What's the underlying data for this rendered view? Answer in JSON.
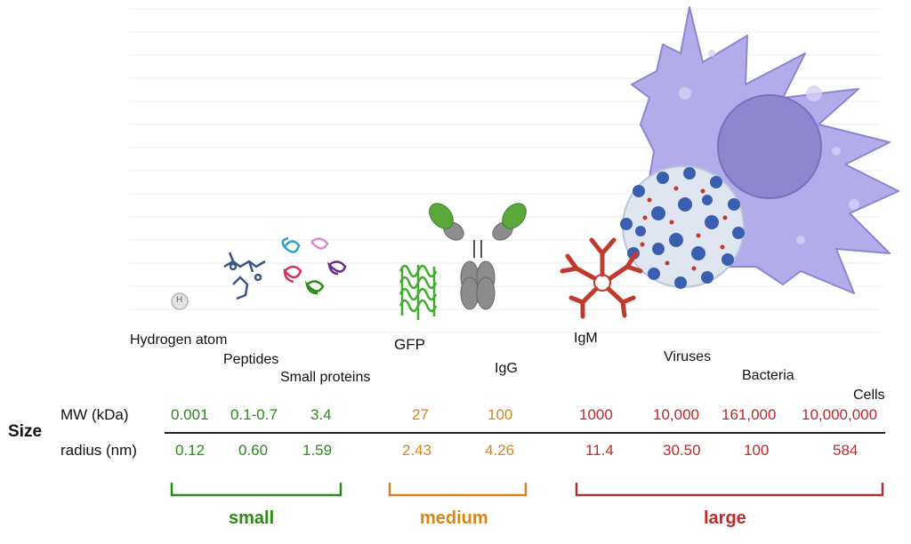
{
  "diagram": {
    "section_title": "Size",
    "row_labels": {
      "mw": "MW (kDa)",
      "radius": "radius (nm)"
    },
    "molecules": [
      {
        "name": "Hydrogen atom",
        "mw": "0.001",
        "radius": "0.12",
        "group": "small"
      },
      {
        "name": "Peptides",
        "mw": "0.1-0.7",
        "radius": "0.60",
        "group": "small"
      },
      {
        "name": "Small proteins",
        "mw": "3.4",
        "radius": "1.59",
        "group": "small"
      },
      {
        "name": "GFP",
        "mw": "27",
        "radius": "2.43",
        "group": "medium"
      },
      {
        "name": "IgG",
        "mw": "100",
        "radius": "4.26",
        "group": "medium"
      },
      {
        "name": "IgM",
        "mw": "1000",
        "radius": "11.4",
        "group": "large"
      },
      {
        "name": "Viruses",
        "mw": "10,000",
        "radius": "30.50",
        "group": "large"
      },
      {
        "name": "Bacteria",
        "mw": "161,000",
        "radius": "100",
        "group": "large"
      },
      {
        "name": "Cells",
        "mw": "10,000,000",
        "radius": "584",
        "group": "large"
      }
    ],
    "categories": {
      "small": "small",
      "medium": "medium",
      "large": "large"
    },
    "atom_symbol": "H",
    "colors": {
      "small": "#2b8a1a",
      "medium": "#d7851a",
      "large": "#c22a2a",
      "cell": "#a9a3e0",
      "cell_nucleus": "#8f86d0",
      "virus": "#3b5fb0",
      "gfp": "#3fae2a",
      "igg_arm": "#8c8c8c",
      "igg_tip": "#5aa83a",
      "igm": "#c0392b"
    }
  }
}
